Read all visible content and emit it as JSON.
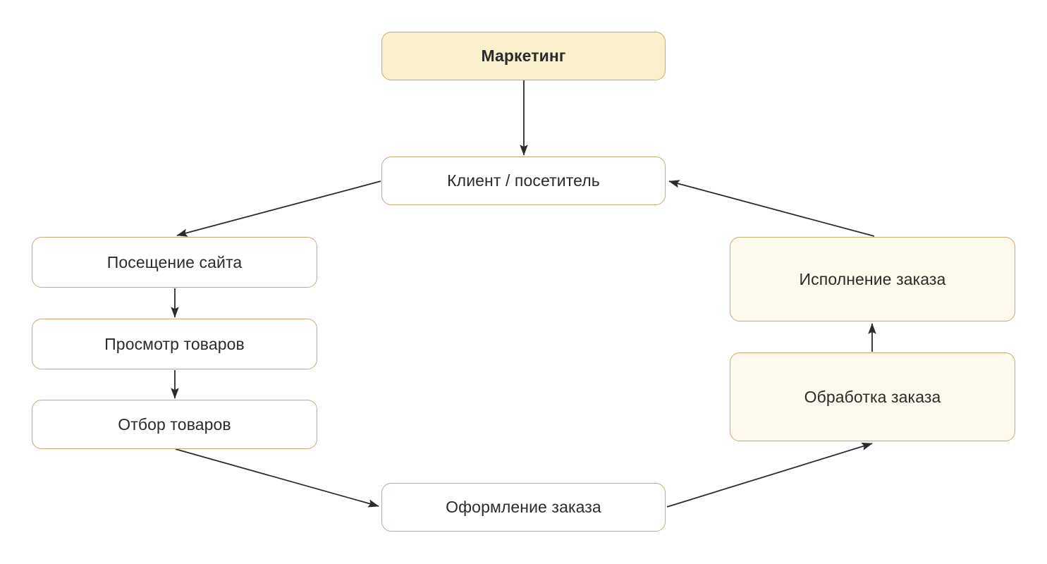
{
  "diagram": {
    "title": "",
    "type": "flowchart",
    "palette": {
      "node_border": "#C5AB78",
      "node_fill_strong": "#FBF0CE",
      "node_fill_soft": "#FDF9EC",
      "node_fill_none": "#FFFFFF",
      "edge_color": "#2B2B2B",
      "text_color": "#2B2B2B",
      "background": "#FFFFFF"
    },
    "nodes": [
      {
        "id": "marketing",
        "label": "Маркетинг"
      },
      {
        "id": "client",
        "label": "Клиент / посетитель"
      },
      {
        "id": "site_visit",
        "label": "Посещение сайта"
      },
      {
        "id": "browse_goods",
        "label": "Просмотр товаров"
      },
      {
        "id": "select_goods",
        "label": "Отбор товаров"
      },
      {
        "id": "checkout",
        "label": "Оформление заказа"
      },
      {
        "id": "order_process",
        "label": "Обработка заказа"
      },
      {
        "id": "order_fulfill",
        "label": "Исполнение заказа"
      }
    ],
    "edges": [
      {
        "from": "marketing",
        "to": "client",
        "style": "straight-down"
      },
      {
        "from": "client",
        "to": "site_visit",
        "style": "diagonal-down-left"
      },
      {
        "from": "site_visit",
        "to": "browse_goods",
        "style": "straight-down"
      },
      {
        "from": "browse_goods",
        "to": "select_goods",
        "style": "straight-down"
      },
      {
        "from": "select_goods",
        "to": "checkout",
        "style": "diagonal-down-right"
      },
      {
        "from": "checkout",
        "to": "order_process",
        "style": "diagonal-up-right"
      },
      {
        "from": "order_process",
        "to": "order_fulfill",
        "style": "straight-up"
      },
      {
        "from": "order_fulfill",
        "to": "client",
        "style": "diagonal-up-left"
      }
    ]
  }
}
